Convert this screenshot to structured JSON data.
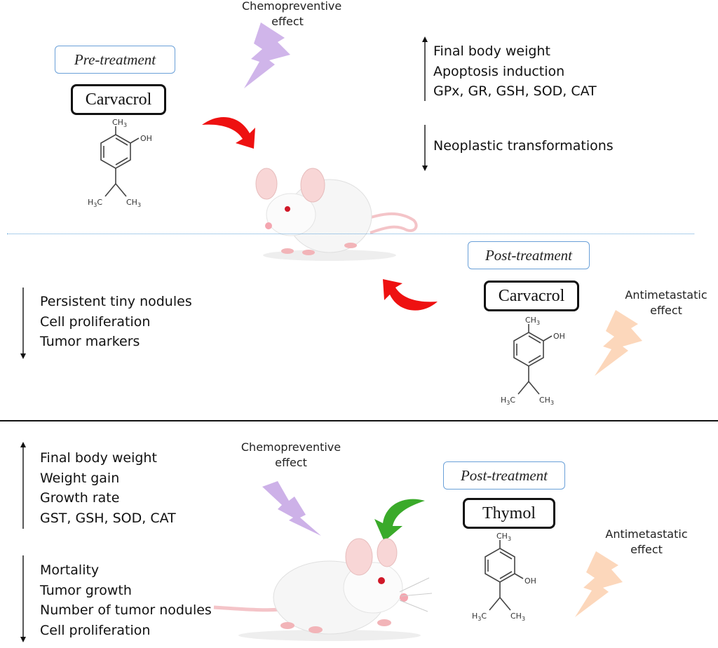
{
  "top_section": {
    "pretreatment_label": "Pre-treatment",
    "compound_label": "Carvacrol",
    "effect_label_line1": "Chemopreventive",
    "effect_label_line2": "effect",
    "up_items": [
      "Final body weight",
      "Apoptosis induction",
      "GPx, GR, GSH, SOD, CAT"
    ],
    "down_items": [
      "Neoplastic transformations"
    ]
  },
  "middle_section": {
    "posttreatment_label": "Post-treatment",
    "compound_label": "Carvacrol",
    "effect_label_line1": "Antimetastatic",
    "effect_label_line2": "effect",
    "down_items": [
      "Persistent tiny nodules",
      "Cell proliferation",
      "Tumor markers"
    ]
  },
  "bottom_section": {
    "posttreatment_label": "Post-treatment",
    "compound_label": "Thymol",
    "chemo_label_line1": "Chemopreventive",
    "chemo_label_line2": "effect",
    "anti_label_line1": "Antimetastatic",
    "anti_label_line2": "effect",
    "up_items": [
      "Final body weight",
      "Weight gain",
      "Growth rate",
      "GST, GSH, SOD, CAT"
    ],
    "down_items": [
      "Mortality",
      "Tumor growth",
      "Number of tumor nodules",
      "Cell proliferation"
    ]
  },
  "molecule_labels": {
    "ch3": "CH",
    "oh": "OH",
    "h3c": "H",
    "sub3": "3",
    "c": "C"
  },
  "colors": {
    "red_arrow": "#ee1111",
    "green_arrow": "#3aaa2a",
    "purple_bolt": "#c8a8e6",
    "peach_bolt": "#fcd3b4",
    "divider_dotted": "#5aa0d8",
    "pill_border": "#6aa0d8"
  }
}
